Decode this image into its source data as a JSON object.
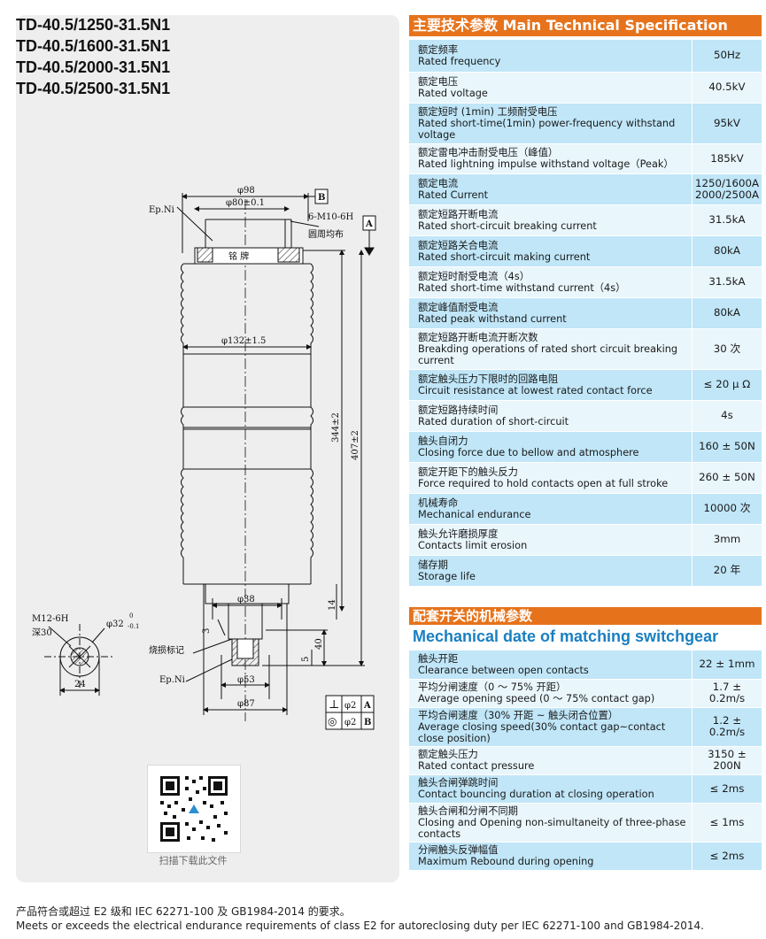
{
  "models": [
    "TD-40.5/1250-31.5N1",
    "TD-40.5/1600-31.5N1",
    "TD-40.5/2000-31.5N1",
    "TD-40.5/2500-31.5N1"
  ],
  "drawing": {
    "phi98": "φ98",
    "phi80": "φ80±0.1",
    "B": "B",
    "A": "A",
    "epni": "Ep.Ni",
    "m10": "6-M10-6H",
    "ring": "圆周均布",
    "plate": "铭   牌",
    "phi132": "φ132±1.5",
    "d344": "344±2",
    "d407": "407±2",
    "phi38": "φ38",
    "d14": "14",
    "d3": "3",
    "d40": "40",
    "d5": "5",
    "wear": "烧损标记",
    "epni2": "Ep.Ni",
    "phi53": "φ53",
    "phi87": "φ87",
    "m12": "M12-6H",
    "deep": "深30",
    "phi32": "φ32",
    "tol_up": "0",
    "tol_dn": "-0.1",
    "d24": "24",
    "tol1_sym": "⊥",
    "tol1_val": "φ2",
    "tol1_ref": "A",
    "tol2_sym": "◎",
    "tol2_val": "φ2",
    "tol2_ref": "B"
  },
  "qr_caption": "扫描下载此文件",
  "spec": {
    "header": "主要技术参数 Main Technical Specification",
    "rows": [
      {
        "cn": "额定频率",
        "en": "Rated frequency",
        "value": "50Hz"
      },
      {
        "cn": "额定电压",
        "en": "Rated voltage",
        "value": "40.5kV"
      },
      {
        "cn": "额定短时 (1min) 工频耐受电压",
        "en": "Rated short-time(1min) power-frequency withstand voltage",
        "value": "95kV"
      },
      {
        "cn": "额定雷电冲击耐受电压（峰值）",
        "en": "Rated lightning impulse withstand voltage（Peak）",
        "value": "185kV"
      },
      {
        "cn": "额定电流",
        "en": "Rated Current",
        "value": "1250/1600A\n2000/2500A"
      },
      {
        "cn": "额定短路开断电流",
        "en": "Rated short-circuit breaking current",
        "value": "31.5kA"
      },
      {
        "cn": "额定短路关合电流",
        "en": "Rated short-circuit making current",
        "value": "80kA"
      },
      {
        "cn": "额定短时耐受电流（4s）",
        "en": "Rated short-time withstand current（4s）",
        "value": "31.5kA"
      },
      {
        "cn": "额定峰值耐受电流",
        "en": "Rated peak withstand current",
        "value": "80kA"
      },
      {
        "cn": "额定短路开断电流开断次数",
        "en": "Breakding operations of rated short circuit breaking current",
        "value": "30 次"
      },
      {
        "cn": "额定触头压力下限时的回路电阻",
        "en": "Circuit resistance at lowest rated contact force",
        "value": "≤ 20 μ Ω"
      },
      {
        "cn": "额定短路持续时间",
        "en": "Rated duration of short-circuit",
        "value": "4s"
      },
      {
        "cn": "触头自闭力",
        "en": "Closing force due to bellow and atmosphere",
        "value": "160 ± 50N"
      },
      {
        "cn": "额定开距下的触头反力",
        "en": "Force required to hold contacts open at full stroke",
        "value": "260 ± 50N"
      },
      {
        "cn": "机械寿命",
        "en": "Mechanical endurance",
        "value": "10000 次"
      },
      {
        "cn": "触头允许磨损厚度",
        "en": "Contacts limit erosion",
        "value": "3mm"
      },
      {
        "cn": "储存期",
        "en": "Storage life",
        "value": "20 年"
      }
    ]
  },
  "mech": {
    "header_cn": "配套开关的机械参数",
    "title_en": "Mechanical date of matching switchgear",
    "rows": [
      {
        "cn": "触头开距",
        "en": "Clearance between open contacts",
        "value": "22 ± 1mm"
      },
      {
        "cn": "平均分闸速度（0 ～ 75% 开距）",
        "en": "Average opening speed (0 ～ 75% contact gap)",
        "value": "1.7 ± 0.2m/s"
      },
      {
        "cn": "平均合闸速度（30% 开距 ~ 触头闭合位置）",
        "en": "Average closing speed(30% contact gap~contact close position)",
        "value": "1.2 ± 0.2m/s"
      },
      {
        "cn": "额定触头压力",
        "en": "Rated contact pressure",
        "value": "3150 ± 200N"
      },
      {
        "cn": "触头合闸弹跳时间",
        "en": "Contact bouncing duration at closing operation",
        "value": "≤ 2ms"
      },
      {
        "cn": "触头合闸和分闸不同期",
        "en": "Closing and Opening non-simultaneity of three-phase contacts",
        "value": "≤ 1ms"
      },
      {
        "cn": "分闸触头反弹幅值",
        "en": "Maximum Rebound during opening",
        "value": "≤ 2ms"
      }
    ]
  },
  "footer": {
    "cn": "产品符合或超过 E2 级和 IEC 62271-100 及 GB1984-2014 的要求。",
    "en": "Meets or exceeds the electrical endurance requirements of class E2 for autoreclosing duty per IEC 62271-100 and GB1984-2014."
  }
}
